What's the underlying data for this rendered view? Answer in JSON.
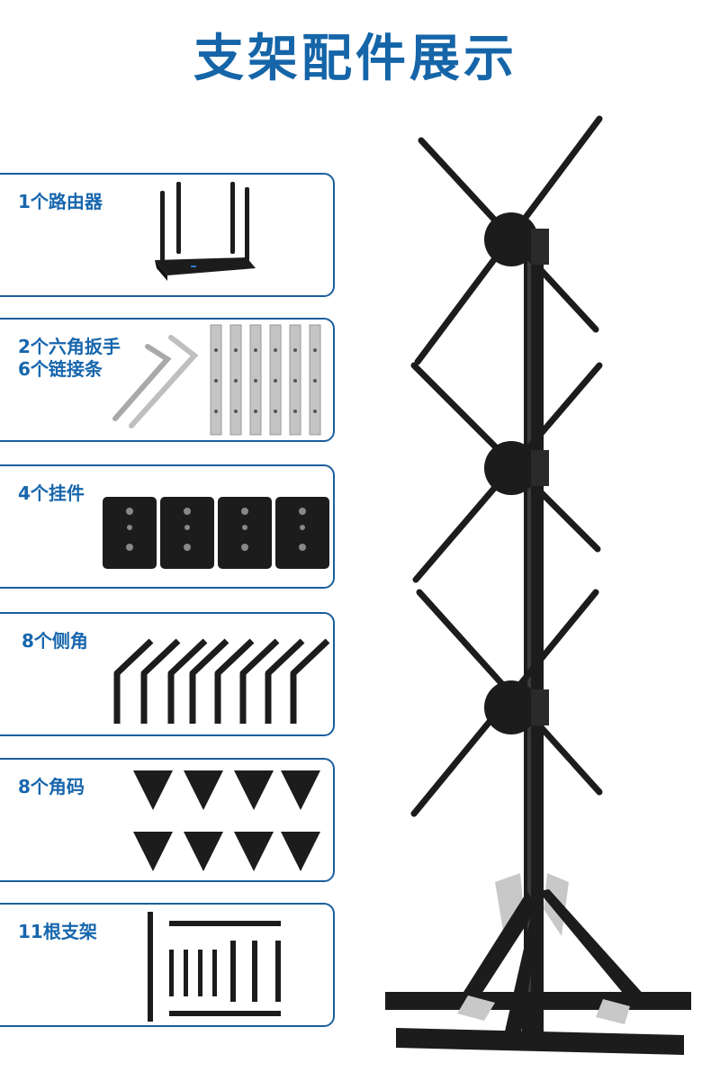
{
  "page": {
    "title": "支架配件展示"
  },
  "items": [
    {
      "label": "1个路由器"
    },
    {
      "label_line1": "2个六角扳手",
      "label_line2": "6个链接条"
    },
    {
      "label": "4个挂件"
    },
    {
      "label": "8个侧角"
    },
    {
      "label": "8个角码"
    },
    {
      "label": "11根支架"
    }
  ],
  "colors": {
    "accent": "#1565a8",
    "border": "#1a5f9c",
    "parts": "#1c1c1c",
    "steel": "#b8b8b8"
  }
}
